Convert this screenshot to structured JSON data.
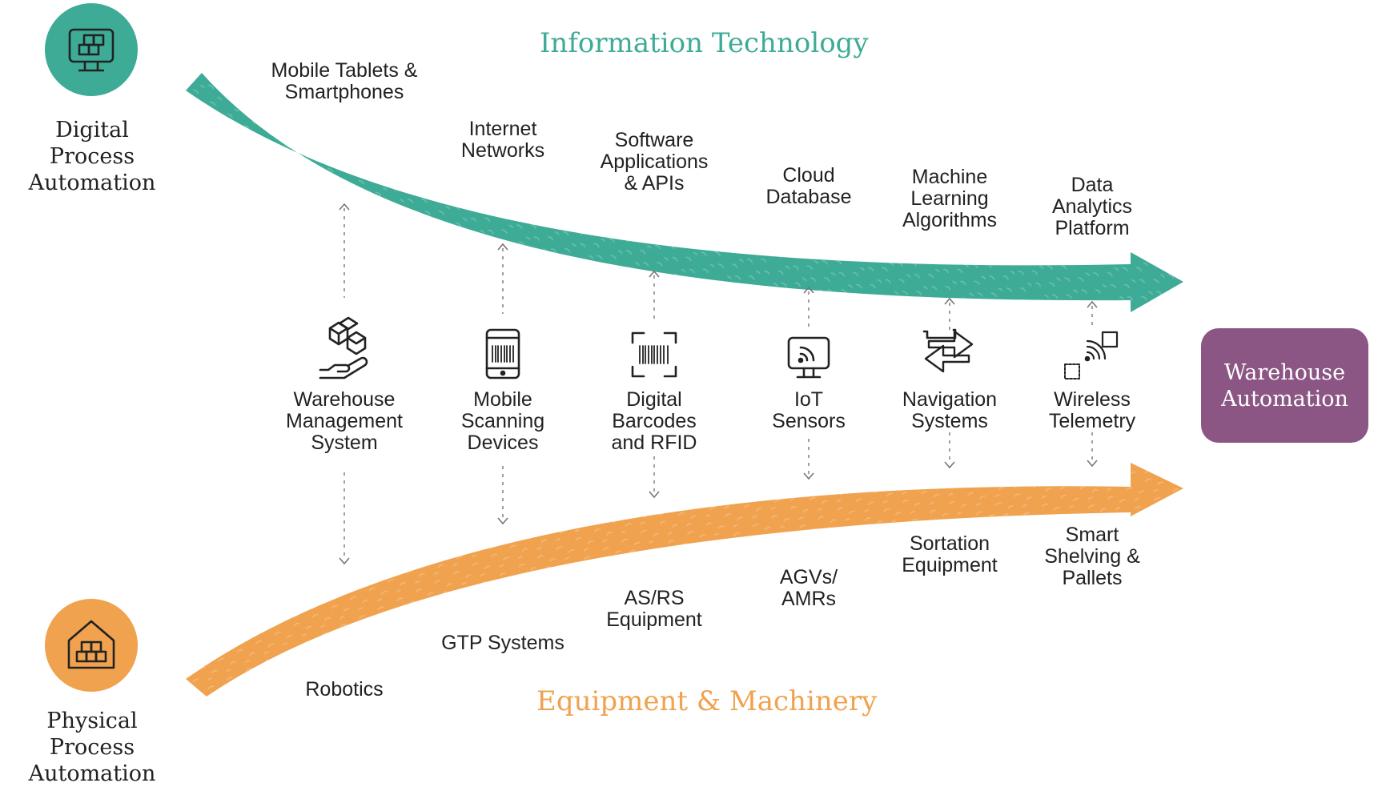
{
  "colors": {
    "it_teal": "#3dab96",
    "equipment_orange": "#f0a24e",
    "target_purple": "#8b5584",
    "text_dark": "#222222",
    "connector_gray": "#888888"
  },
  "titles": {
    "information_technology": "Information Technology",
    "equipment_machinery": "Equipment & Machinery"
  },
  "corners": {
    "digital": {
      "label": "Digital Process\nAutomation",
      "icon": "computer-boxes-icon"
    },
    "physical": {
      "label": "Physical Process\nAutomation",
      "icon": "warehouse-boxes-icon"
    }
  },
  "target": {
    "label": "Warehouse\nAutomation"
  },
  "it_items": [
    "Mobile Tablets &\nSmartphones",
    "Internet\nNetworks",
    "Software\nApplications\n& APIs",
    "Cloud\nDatabase",
    "Machine\nLearning\nAlgorithms",
    "Data\nAnalytics\nPlatform"
  ],
  "middle_items": [
    {
      "label": "Warehouse\nManagement\nSystem",
      "icon": "boxes-on-hand-icon"
    },
    {
      "label": "Mobile\nScanning\nDevices",
      "icon": "phone-barcode-icon"
    },
    {
      "label": "Digital\nBarcodes\nand RFID",
      "icon": "barcode-scan-icon"
    },
    {
      "label": "IoT\nSensors",
      "icon": "monitor-signal-icon"
    },
    {
      "label": "Navigation\nSystems",
      "icon": "double-arrow-icon"
    },
    {
      "label": "Wireless\nTelemetry",
      "icon": "wireless-transfer-icon"
    }
  ],
  "equipment_items": [
    "Robotics",
    "GTP Systems",
    "AS/RS\nEquipment",
    "AGVs/\nAMRs",
    "Sortation\nEquipment",
    "Smart\nShelving &\nPallets"
  ]
}
